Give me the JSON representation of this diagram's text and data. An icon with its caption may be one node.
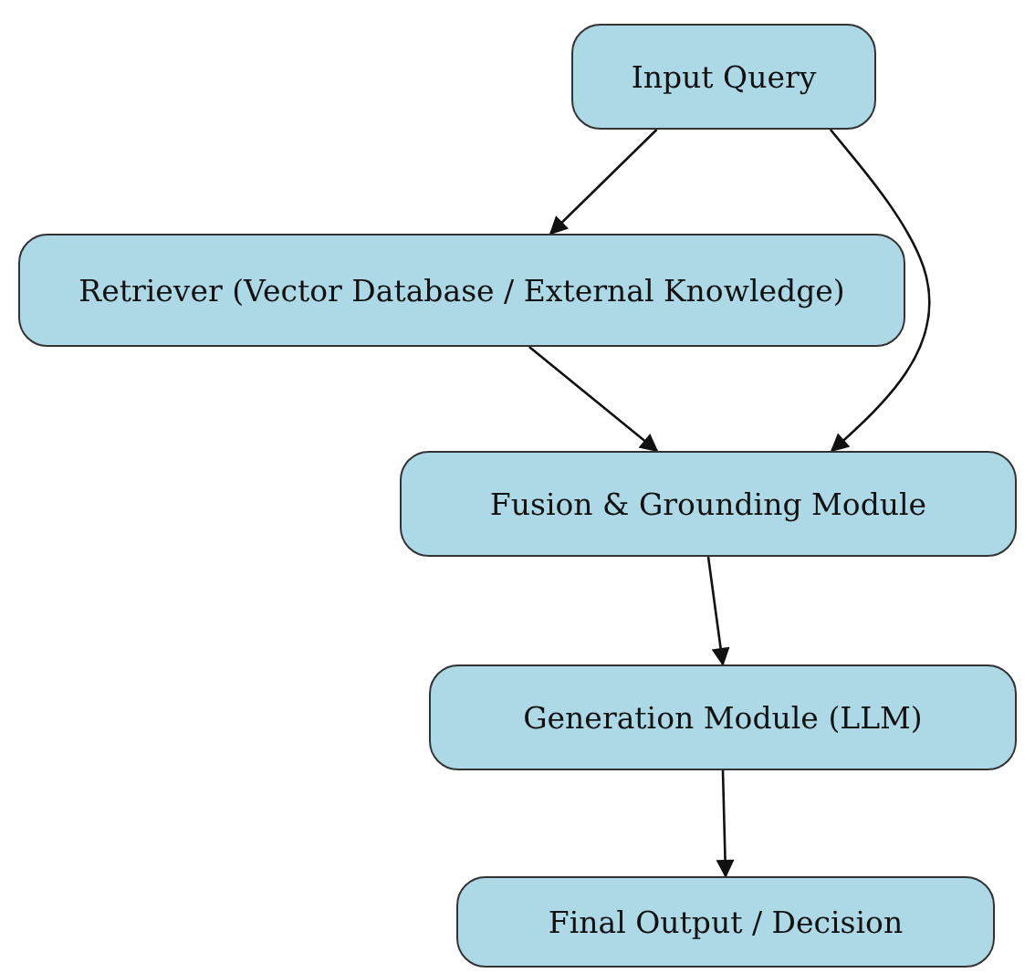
{
  "diagram": {
    "nodes": [
      {
        "text": [
          "Input Query"
        ]
      },
      {
        "text": [
          "Retriever (Vector Database / External Knowledge)"
        ]
      },
      {
        "text": [
          "Fusion & Grounding Module"
        ]
      },
      {
        "text": [
          "Generation Module (LLM)"
        ]
      },
      {
        "text": [
          "Final Output / Decision"
        ]
      }
    ],
    "edges": [
      {
        "from": 0,
        "to": 1,
        "arrow": "to"
      },
      {
        "from": 0,
        "to": 2,
        "arrow": "to"
      },
      {
        "from": 1,
        "to": 2,
        "arrow": "to"
      },
      {
        "from": 2,
        "to": 3,
        "arrow": "to"
      },
      {
        "from": 3,
        "to": 4,
        "arrow": "to"
      }
    ]
  }
}
